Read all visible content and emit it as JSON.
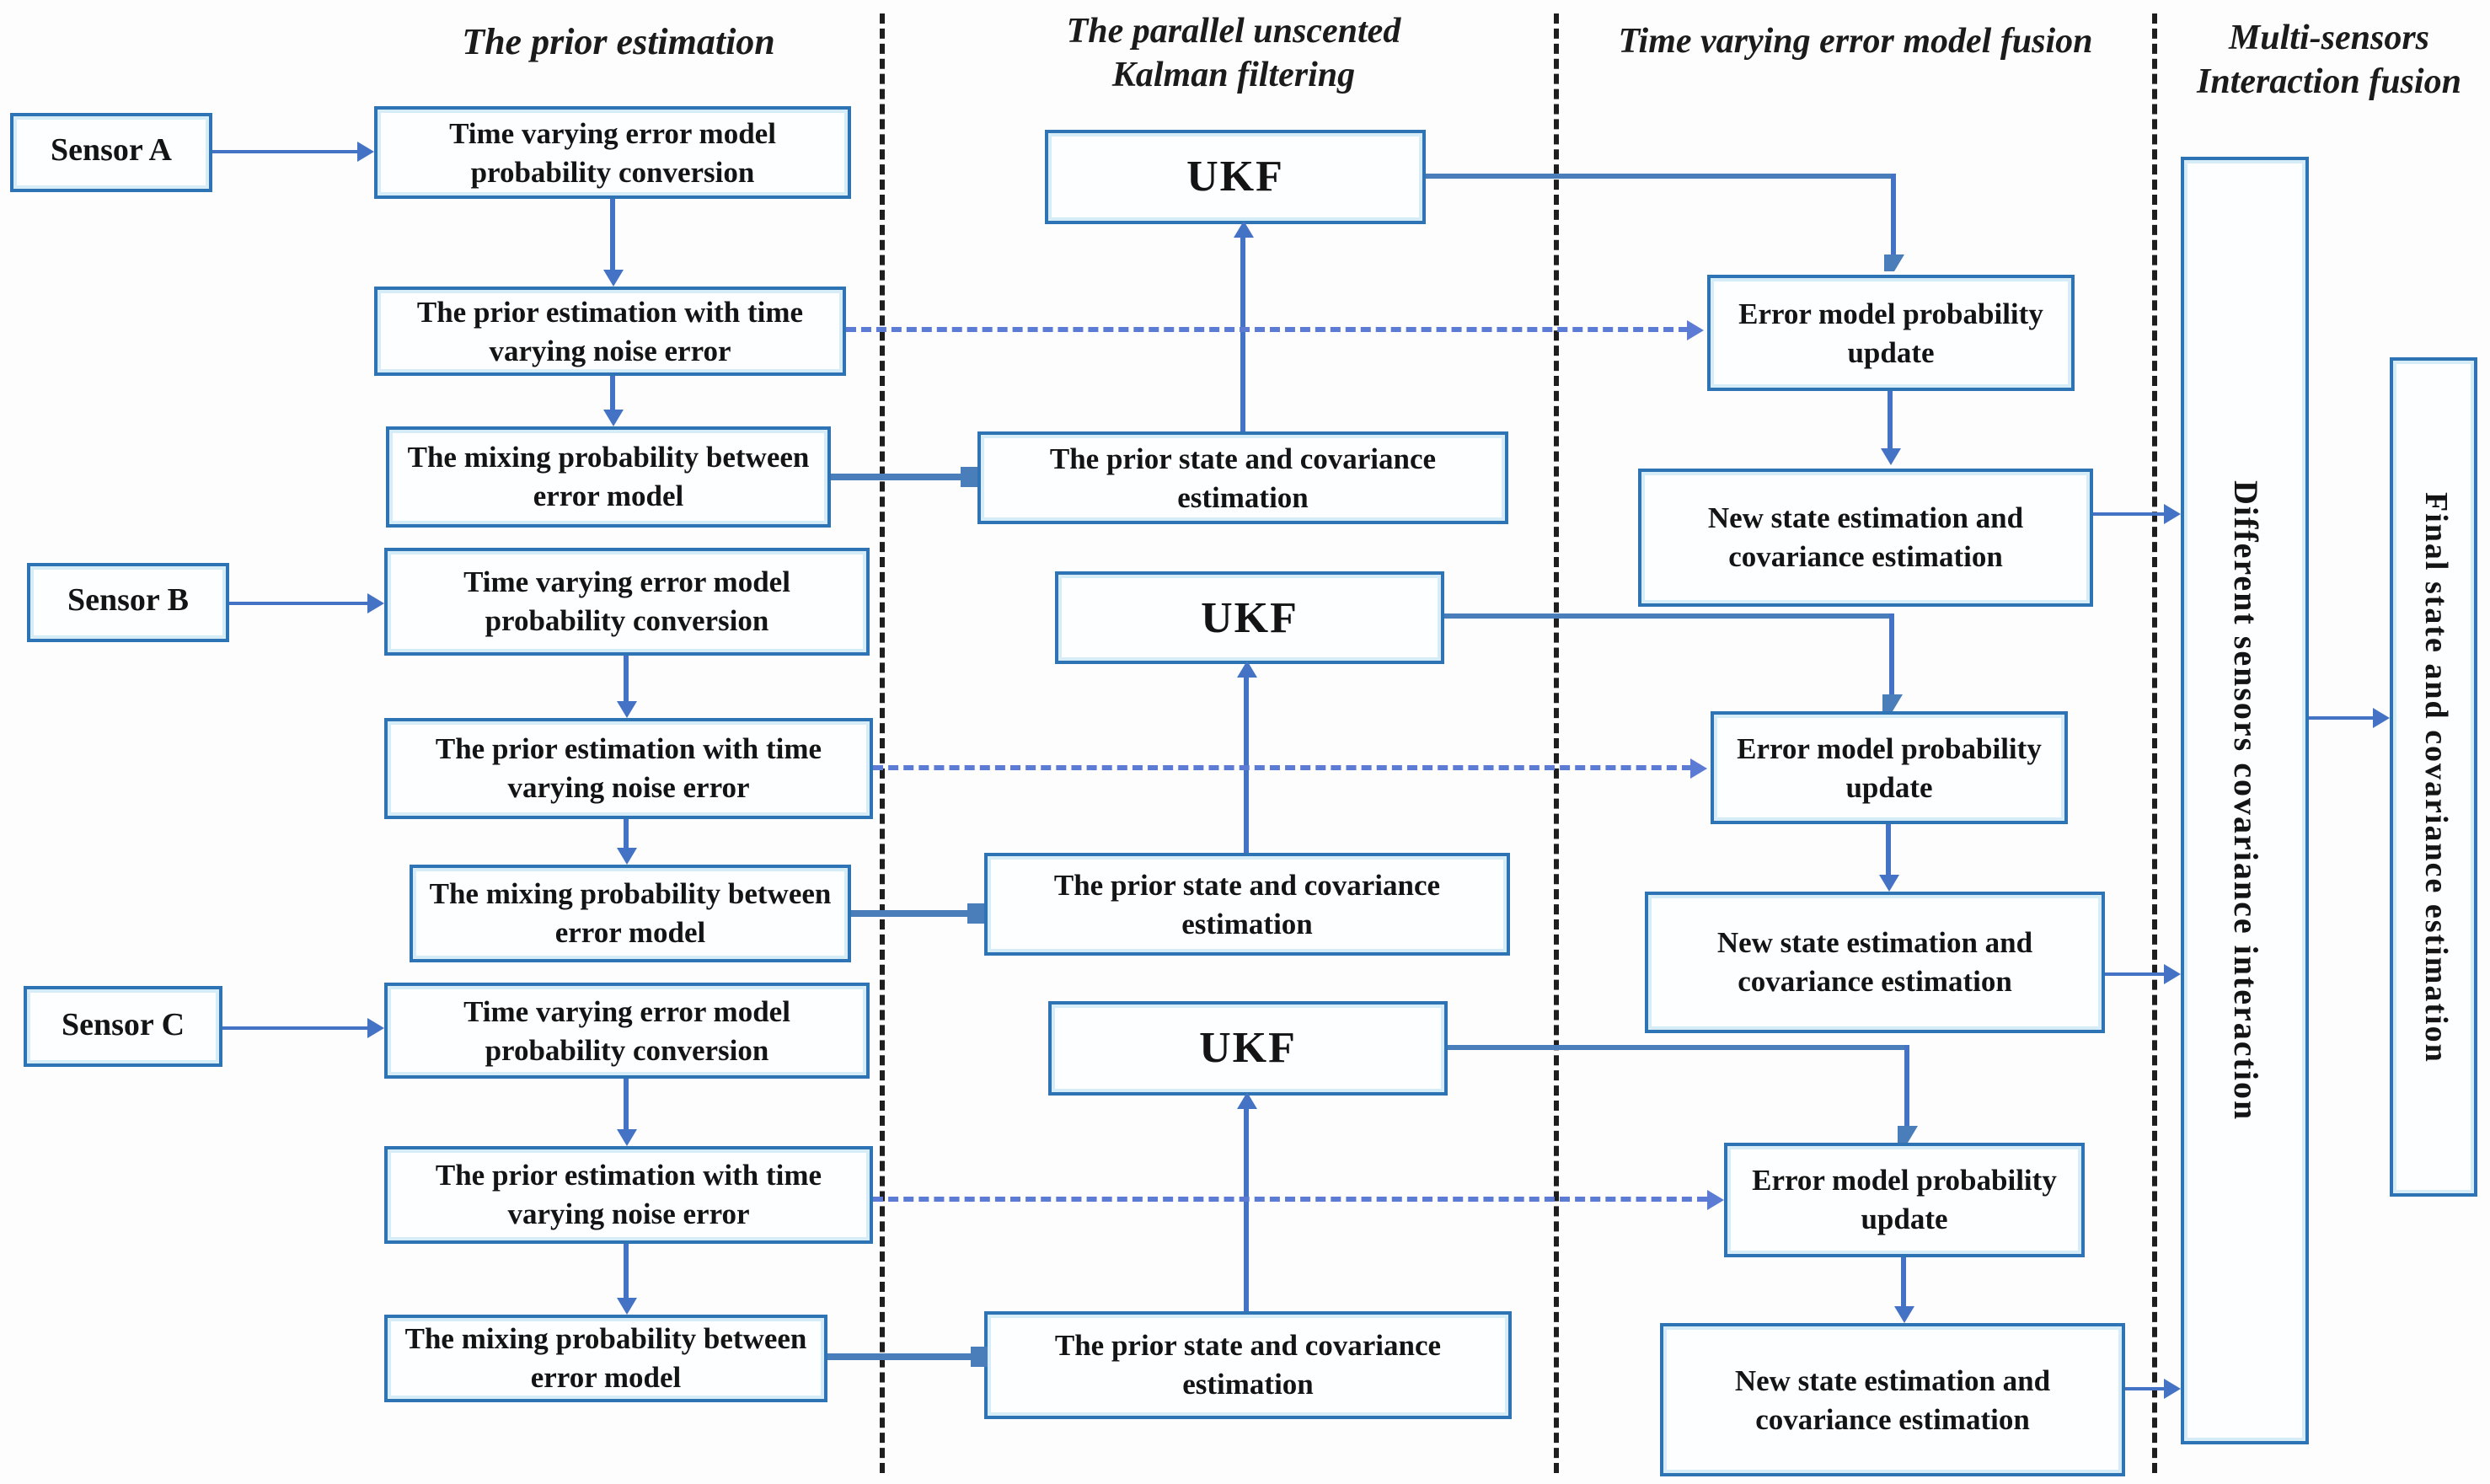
{
  "headers": {
    "col1": "The prior estimation",
    "col2_line1": "The parallel unscented",
    "col2_line2": "Kalman filtering",
    "col3": "Time varying error model fusion",
    "col4_line1": "Multi-sensors",
    "col4_line2": "Interaction fusion"
  },
  "rows": [
    {
      "sensor": "Sensor A",
      "conversion": "Time varying error model probability conversion",
      "prior_estimation": "The prior estimation with time varying noise error",
      "mixing": "The mixing probability between error model",
      "prior_state": "The prior state and covariance estimation",
      "ukf": "UKF",
      "error_update": "Error model probability update",
      "new_state": "New state estimation and covariance estimation"
    },
    {
      "sensor": "Sensor B",
      "conversion": "Time varying error model probability conversion",
      "prior_estimation": "The prior estimation with time varying noise error",
      "mixing": "The mixing probability between error model",
      "prior_state": "The prior state and covariance estimation",
      "ukf": "UKF",
      "error_update": "Error model probability update",
      "new_state": "New state estimation and covariance estimation"
    },
    {
      "sensor": "Sensor C",
      "conversion": "Time varying error model probability conversion",
      "prior_estimation": "The prior estimation with time varying noise error",
      "mixing": "The mixing probability between error model",
      "prior_state": "The prior state and covariance estimation",
      "ukf": "UKF",
      "error_update": "Error model probability update",
      "new_state": "New state estimation and covariance estimation"
    }
  ],
  "fusion": {
    "interaction": "Different sensors covariance interaction",
    "final": "Final state and covariance estimation"
  },
  "colors": {
    "box_border": "#2e74b5",
    "box_inner_glow": "#d6ecf7",
    "arrow_blue": "#4472c4",
    "arrow_steel": "#4a7ebb",
    "dashed_arrow_blue": "#5b7bd5",
    "separator_black": "#1e1e1e"
  }
}
